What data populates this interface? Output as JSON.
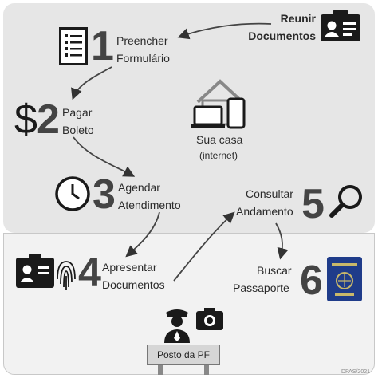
{
  "steps": {
    "reunir": {
      "line1": "Reunir",
      "line2": "Documentos"
    },
    "s1": {
      "number": "1",
      "line1": "Preencher",
      "line2": "Formulário"
    },
    "s2": {
      "number": "2",
      "line1": "Pagar",
      "line2": "Boleto"
    },
    "s3": {
      "number": "3",
      "line1": "Agendar",
      "line2": "Atendimento"
    },
    "s4": {
      "number": "4",
      "line1": "Apresentar",
      "line2": "Documentos"
    },
    "s5": {
      "number": "5",
      "line1": "Consultar",
      "line2": "Andamento"
    },
    "s6": {
      "number": "6",
      "line1": "Buscar",
      "line2": "Passaporte"
    }
  },
  "home": {
    "line1": "Sua casa",
    "line2": "(internet)"
  },
  "pf_post": {
    "label": "Posto da PF"
  },
  "dollar_symbol": "$",
  "credit": "DPAS/2021",
  "icons": [
    "id-card-icon",
    "form-icon",
    "dollar-icon",
    "house-laptop-phone-icon",
    "clock-icon",
    "id-card-fingerprint-icon",
    "magnifier-icon",
    "passport-icon",
    "police-officer-icon",
    "camera-icon"
  ],
  "colors": {
    "panel_top": "#e6e6e6",
    "panel_bottom": "#f2f2f2",
    "icon": "#1a1a1a",
    "passport": "#1f3c8a",
    "text": "#2a2a2a"
  }
}
